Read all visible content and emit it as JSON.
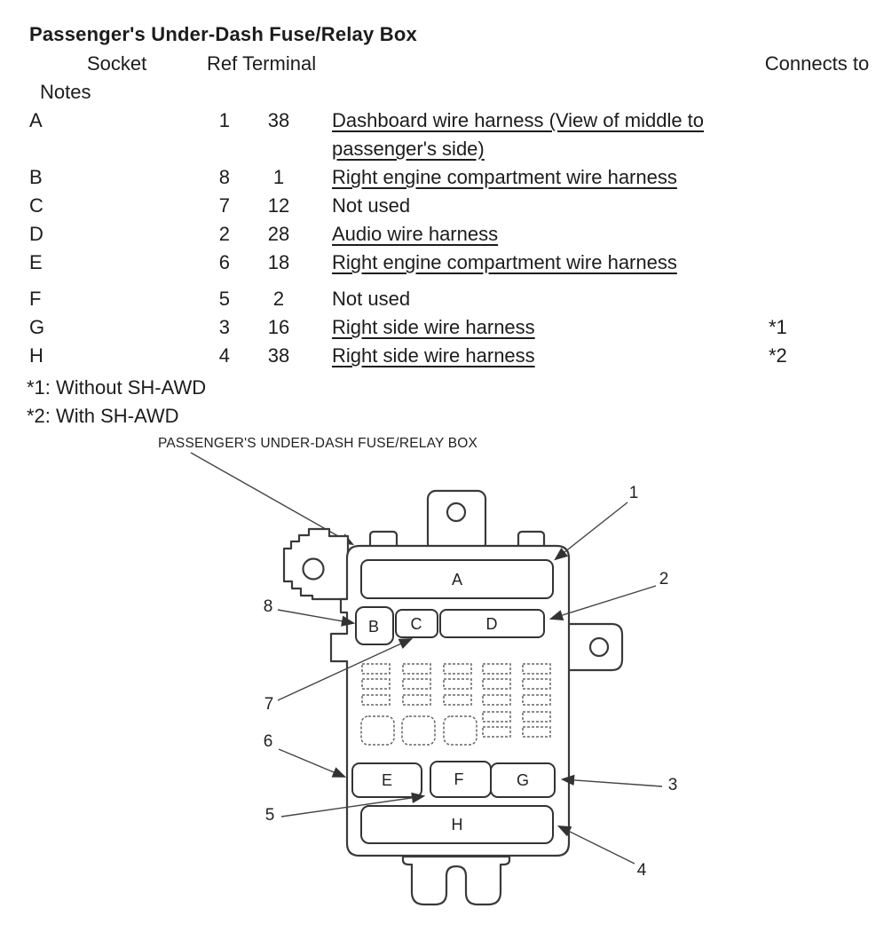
{
  "title": "Passenger's Under-Dash Fuse/Relay Box",
  "table": {
    "headers": {
      "socket": "Socket",
      "ref_terminal": "Ref Terminal",
      "connects_to": "Connects to",
      "notes": "Notes"
    },
    "rows": [
      {
        "socket": "A",
        "ref": "1",
        "terminal": "38",
        "connects_to": "Dashboard wire harness (View of middle to passenger's side)",
        "notes": ""
      },
      {
        "socket": "B",
        "ref": "8",
        "terminal": "1",
        "connects_to": "Right engine compartment wire harness",
        "notes": ""
      },
      {
        "socket": "C",
        "ref": "7",
        "terminal": "12",
        "connects_to": "Not used",
        "notes": ""
      },
      {
        "socket": "D",
        "ref": "2",
        "terminal": "28",
        "connects_to": "Audio wire harness",
        "notes": ""
      },
      {
        "socket": "E",
        "ref": "6",
        "terminal": "18",
        "connects_to": "Right engine compartment wire harness",
        "notes": ""
      },
      {
        "socket": "F",
        "ref": "5",
        "terminal": "2",
        "connects_to": "Not used",
        "notes": ""
      },
      {
        "socket": "G",
        "ref": "3",
        "terminal": "16",
        "connects_to": "Right side wire harness",
        "notes": "*1"
      },
      {
        "socket": "H",
        "ref": "4",
        "terminal": "38",
        "connects_to": "Right side wire harness",
        "notes": "*2"
      }
    ],
    "footnotes": [
      "*1: Without SH-AWD",
      "*2: With SH-AWD"
    ]
  },
  "diagram": {
    "caption": "PASSENGER'S UNDER-DASH FUSE/RELAY BOX",
    "slot_labels": {
      "a": "A",
      "b": "B",
      "c": "C",
      "d": "D",
      "e": "E",
      "f": "F",
      "g": "G",
      "h": "H"
    },
    "callout_labels": {
      "n1": "1",
      "n2": "2",
      "n3": "3",
      "n4": "4",
      "n5": "5",
      "n6": "6",
      "n7": "7",
      "n8": "8"
    }
  },
  "colors": {
    "ink": "#1c1c1c",
    "line": "#3a3a3a"
  }
}
